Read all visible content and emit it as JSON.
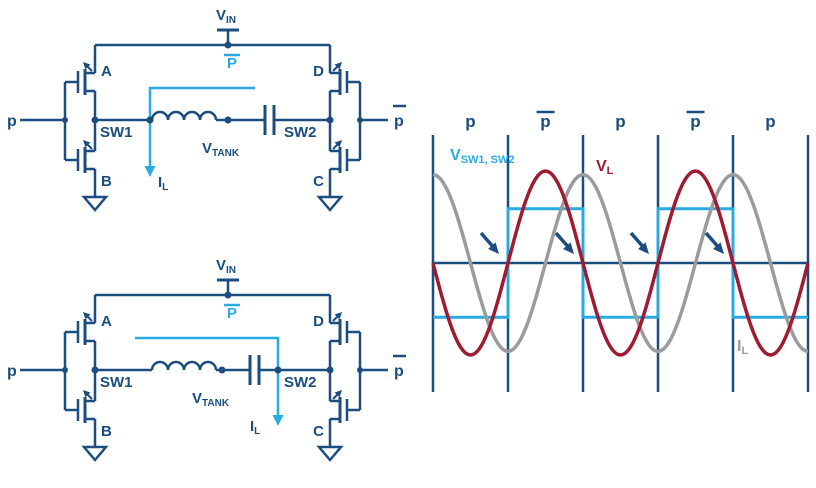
{
  "colors": {
    "navy": "#1b4e7f",
    "cyan": "#29abe2",
    "red": "#9e1b32",
    "gray": "#9b9b9b",
    "background": "#ffffff"
  },
  "circuits": [
    {
      "id": "top",
      "vin": {
        "base": "V",
        "sub": "IN"
      },
      "phase_signal": "P̄",
      "gate_left": "p",
      "gate_right": "p̄",
      "fet_a": "A",
      "fet_b": "B",
      "fet_c": "C",
      "fet_d": "D",
      "sw1": "SW1",
      "sw2": "SW2",
      "vtank": {
        "base": "V",
        "sub": "TANK"
      },
      "il": {
        "base": "I",
        "sub": "L"
      }
    },
    {
      "id": "bottom",
      "vin": {
        "base": "V",
        "sub": "IN"
      },
      "phase_signal": "P̄",
      "gate_left": "p",
      "gate_right": "p̄",
      "fet_a": "A",
      "fet_b": "B",
      "fet_c": "C",
      "fet_d": "D",
      "sw1": "SW1",
      "sw2": "SW2",
      "vtank": {
        "base": "V",
        "sub": "TANK"
      },
      "il": {
        "base": "I",
        "sub": "L"
      }
    }
  ],
  "chart_data": {
    "type": "line",
    "title": "",
    "x_axis": {
      "n_segments": 5,
      "phase_labels": [
        "p",
        "p̄",
        "p",
        "p̄",
        "p"
      ]
    },
    "y_axis": {
      "zero_line": true,
      "units": "normalized amplitude"
    },
    "series": [
      {
        "name": "V_SW1,SW2",
        "label": {
          "base": "V",
          "sub": "SW1, SW2"
        },
        "shape": "square",
        "color": "#29abe2",
        "segment_levels": [
          -0.59,
          0.59,
          -0.59,
          0.59,
          -0.59
        ]
      },
      {
        "name": "I_L",
        "label": {
          "base": "I",
          "sub": "L"
        },
        "shape": "sine",
        "color": "#9b9b9b",
        "amplitude": 0.96,
        "period_segments": 2,
        "trough_at_segment": 1.0
      },
      {
        "name": "V_L",
        "label": {
          "base": "V",
          "sub": "L"
        },
        "shape": "sine",
        "color": "#9e1b32",
        "amplitude": 1.0,
        "period_segments": 2,
        "trough_at_segment": 0.5
      }
    ],
    "arrows_at_segment_boundaries": [
      1,
      2,
      3,
      4
    ],
    "legend_position": "inline"
  }
}
